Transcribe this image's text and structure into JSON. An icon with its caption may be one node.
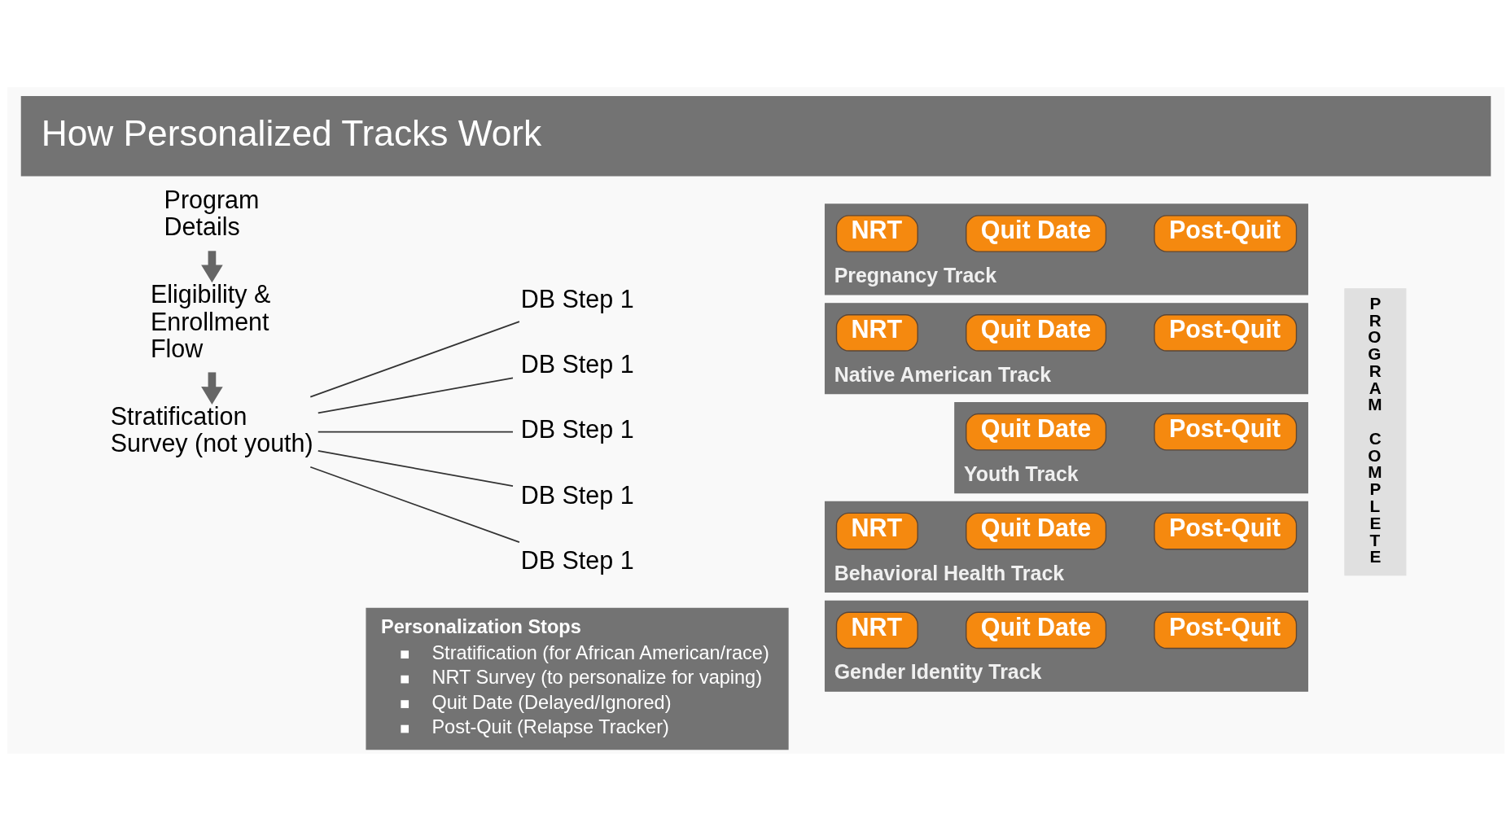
{
  "diagram": {
    "title": "How Personalized Tracks Work",
    "nodes": [
      {
        "text": [
          "Program Details"
        ]
      },
      {
        "text": [
          "Eligibility & Enrollment Flow"
        ]
      },
      {
        "text": [
          "Stratification Survey (not youth)"
        ]
      },
      {
        "text": [
          "DB Step 1"
        ]
      },
      {
        "text": [
          "DB Step 1"
        ]
      },
      {
        "text": [
          "DB Step 1"
        ]
      },
      {
        "text": [
          "DB Step 1"
        ]
      },
      {
        "text": [
          "DB Step 1"
        ]
      },
      {
        "text": [
          "Pregnancy Track"
        ]
      },
      {
        "text": [
          "NRT"
        ],
        "in": 8
      },
      {
        "text": [
          "Quit Date"
        ],
        "in": 8
      },
      {
        "text": [
          "Post-Quit"
        ],
        "in": 8
      },
      {
        "text": [
          "Native American Track"
        ]
      },
      {
        "text": [
          "NRT"
        ],
        "in": 12
      },
      {
        "text": [
          "Quit Date"
        ],
        "in": 12
      },
      {
        "text": [
          "Post-Quit"
        ],
        "in": 12
      },
      {
        "text": [
          "Youth Track"
        ]
      },
      {
        "text": [
          "Quit Date"
        ],
        "in": 16
      },
      {
        "text": [
          "Post-Quit"
        ],
        "in": 16
      },
      {
        "text": [
          "Behavioral Health Track"
        ]
      },
      {
        "text": [
          "NRT"
        ],
        "in": 19
      },
      {
        "text": [
          "Quit Date"
        ],
        "in": 19
      },
      {
        "text": [
          "Post-Quit"
        ],
        "in": 19
      },
      {
        "text": [
          "Gender Identity Track"
        ]
      },
      {
        "text": [
          "NRT"
        ],
        "in": 23
      },
      {
        "text": [
          "Quit Date"
        ],
        "in": 23
      },
      {
        "text": [
          "Post-Quit"
        ],
        "in": 23
      },
      {
        "text": [
          "PROGRAM COMPLETE"
        ]
      },
      {
        "text": [
          "Personalization Stops",
          "Stratification (for African American/race)",
          "NRT Survey (to personalize for vaping)",
          "Quit Date (Delayed/Ignored)",
          "Post-Quit (Relapse Tracker)"
        ]
      }
    ],
    "edges": [
      {
        "from": 0,
        "to": 1,
        "arrow": "to",
        "style": "thick",
        "color": "#666666"
      },
      {
        "from": 1,
        "to": 2,
        "arrow": "to",
        "style": "thick",
        "color": "#666666"
      },
      {
        "from": 2,
        "to": 3,
        "arrow": "none"
      },
      {
        "from": 2,
        "to": 4,
        "arrow": "none"
      },
      {
        "from": 2,
        "to": 5,
        "arrow": "none"
      },
      {
        "from": 2,
        "to": 6,
        "arrow": "none"
      },
      {
        "from": 2,
        "to": 7,
        "arrow": "none"
      }
    ]
  }
}
